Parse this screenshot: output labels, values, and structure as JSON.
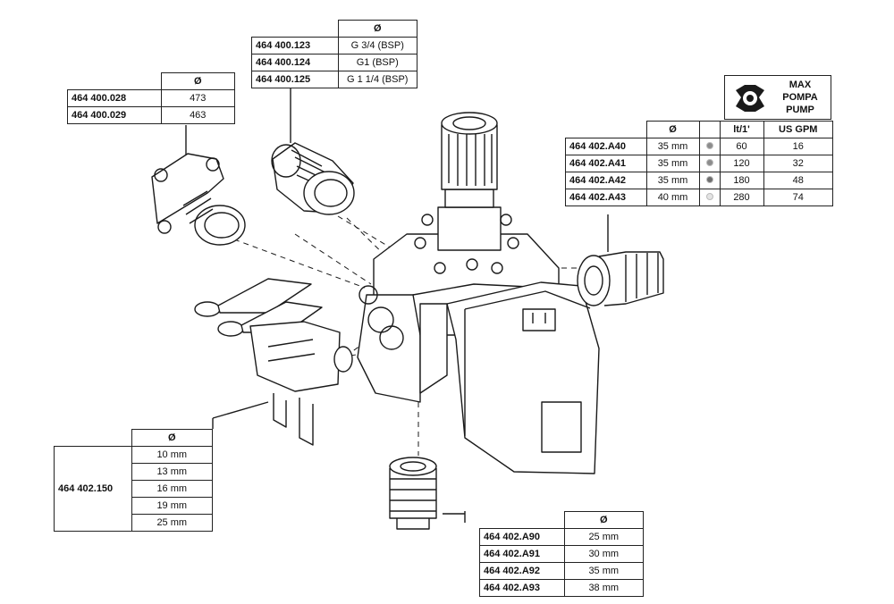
{
  "diameter_symbol": "Ø",
  "table_flange": {
    "header": "Ø",
    "rows": [
      {
        "code": "464 400.028",
        "value": "473"
      },
      {
        "code": "464 400.029",
        "value": "463"
      }
    ]
  },
  "table_thread": {
    "header": "Ø",
    "rows": [
      {
        "code": "464 400.123",
        "value": "G 3/4 (BSP)"
      },
      {
        "code": "464 400.124",
        "value": "G1 (BSP)"
      },
      {
        "code": "464 400.125",
        "value": "G 1 1/4 (BSP)"
      }
    ]
  },
  "pump_box": {
    "line1": "MAX",
    "line2": "POMPA",
    "line3": "PUMP",
    "icon": "pump-icon"
  },
  "table_pump": {
    "headers": [
      "Ø",
      "lt/1'",
      "US GPM"
    ],
    "rows": [
      {
        "code": "464 402.A40",
        "diameter": "35 mm",
        "dot_color": "#8c8c8c",
        "lt": "60",
        "gpm": "16"
      },
      {
        "code": "464 402.A41",
        "diameter": "35 mm",
        "dot_color": "#8c8c8c",
        "lt": "120",
        "gpm": "32"
      },
      {
        "code": "464 402.A42",
        "diameter": "35 mm",
        "dot_color": "#6e6e6e",
        "lt": "180",
        "gpm": "48"
      },
      {
        "code": "464 402.A43",
        "diameter": "40 mm",
        "dot_color": "#e4e4e4",
        "lt": "280",
        "gpm": "74"
      }
    ]
  },
  "table_hosetail": {
    "header": "Ø",
    "code": "464 402.150",
    "values": [
      "10 mm",
      "13 mm",
      "16 mm",
      "19 mm",
      "25 mm"
    ]
  },
  "table_return": {
    "header": "Ø",
    "rows": [
      {
        "code": "464 402.A90",
        "value": "25 mm"
      },
      {
        "code": "464 402.A91",
        "value": "30 mm"
      },
      {
        "code": "464 402.A92",
        "value": "35 mm"
      },
      {
        "code": "464 402.A93",
        "value": "38 mm"
      }
    ]
  }
}
